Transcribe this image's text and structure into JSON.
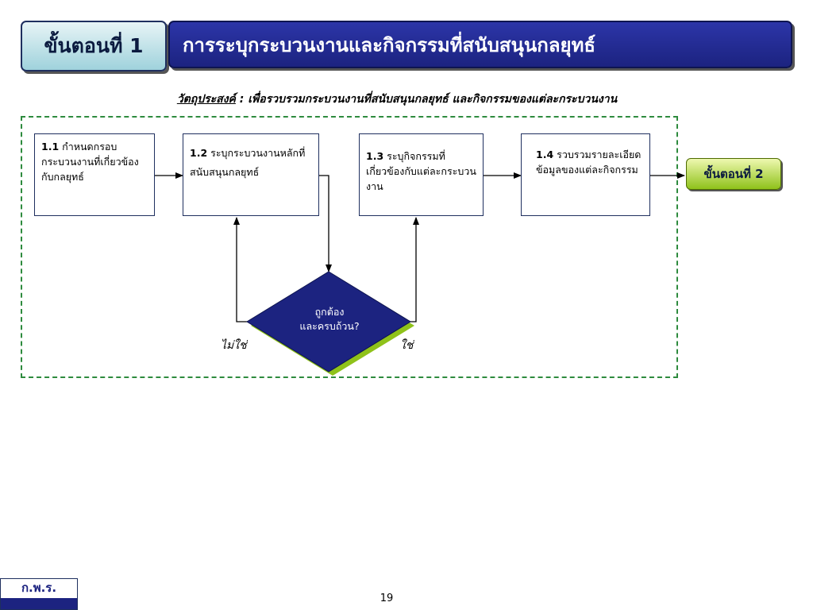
{
  "header": {
    "step_label": "ขั้นตอนที่ 1",
    "title": "การระบุกระบวนงานและกิจกรรมที่สนับสนุนกลยุทธ์"
  },
  "objective": {
    "label": "วัตถุประสงค์",
    "text": " : เพื่อรวบรวมกระบวนงานที่สนับสนุนกลยุทธ์ และกิจกรรมของแต่ละกระบวนงาน"
  },
  "boxes": [
    {
      "num": "1.1",
      "text": " กำหนดกรอบกระบวนงานที่เกี่ยวข้องกับกลยุทธ์"
    },
    {
      "num": "1.2",
      "text": " ระบุกระบวนงานหลักที่สนับสนุนกลยุทธ์"
    },
    {
      "num": "1.3",
      "text": " ระบุกิจกรรมที่เกี่ยวข้องกับแต่ละกระบวนงาน"
    },
    {
      "num": "1.4",
      "text": " รวบรวมรายละเอียดข้อมูลของแต่ละกิจกรรม"
    }
  ],
  "decision": {
    "line1": "ถูกต้อง",
    "line2": "และครบถ้วน?",
    "no_label": "ไม่ใช่",
    "yes_label": "ใช่"
  },
  "next_step": "ขั้นตอนที่ 2",
  "footer": {
    "logo_text": "ก.พ.ร.",
    "page_number": "19"
  },
  "colors": {
    "title_bg": "#1c2380",
    "frame": "#2e8b3e",
    "diamond": "#1c2380",
    "diamond_shadow": "#8fc21a"
  }
}
